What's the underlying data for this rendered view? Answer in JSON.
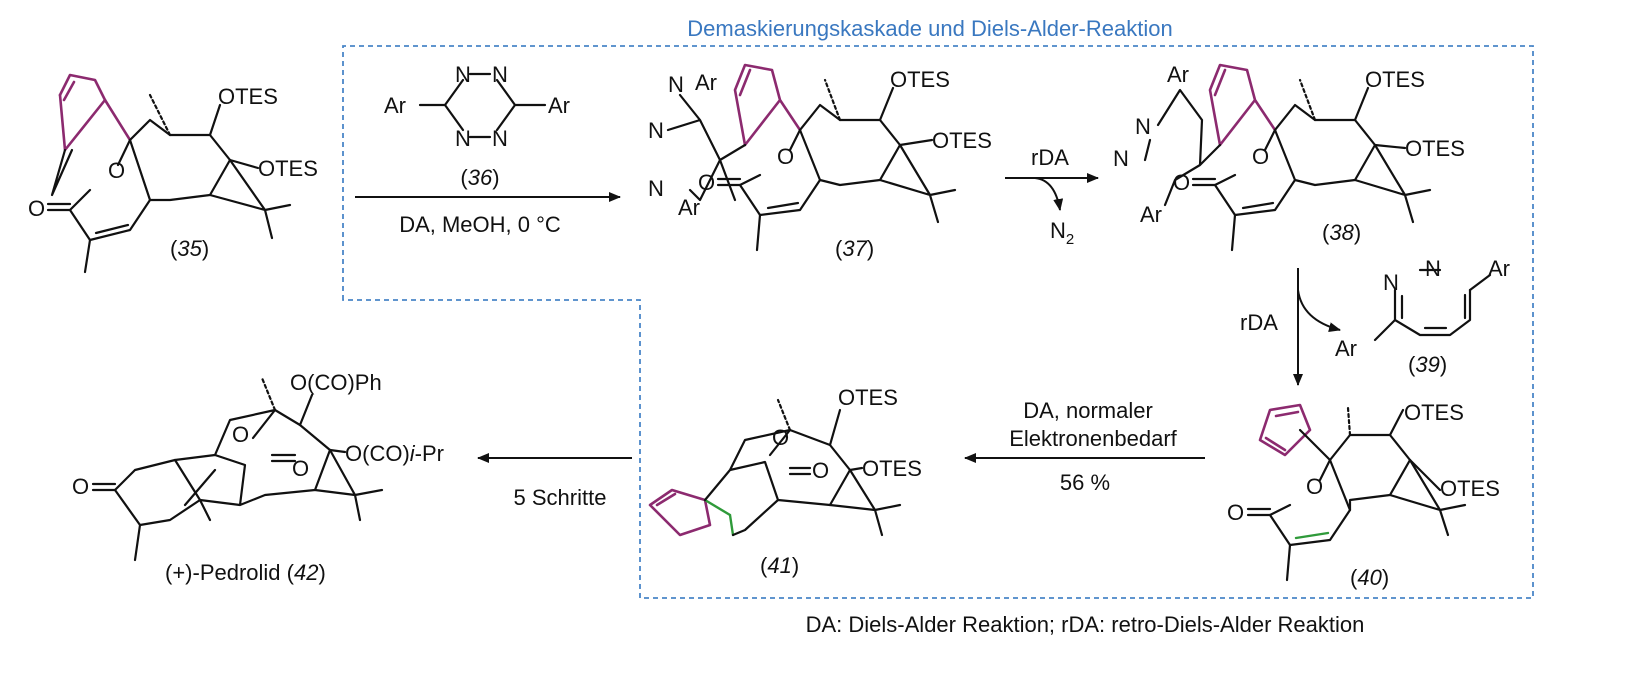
{
  "title": "Demaskierungskaskade und Diels-Alder-Reaktion",
  "footnote": "DA: Diels-Alder Reaktion; rDA: retro-Diels-Alder Reaktion",
  "colors": {
    "box": "#4a86c8",
    "title": "#3a78c0",
    "highlight_diene": "#8c2a6f",
    "highlight_bond": "#2f9a3a"
  },
  "compounds": {
    "c35": {
      "number": "35",
      "labels": {
        "otes1": "OTES",
        "otes2": "OTES",
        "o_ring": "O",
        "o_carbonyl": "O"
      }
    },
    "c36": {
      "number": "36",
      "labels": {
        "n1": "N",
        "n2": "N",
        "n3": "N",
        "n4": "N",
        "ar_left": "Ar",
        "ar_right": "Ar"
      }
    },
    "c37": {
      "number": "37",
      "labels": {
        "otes1": "OTES",
        "otes2": "OTES",
        "o_ring": "O",
        "o_carbonyl": "O",
        "ar_top": "Ar",
        "ar_bottom": "Ar",
        "n1": "N",
        "n2": "N",
        "n3": "N"
      }
    },
    "c38": {
      "number": "38",
      "labels": {
        "otes1": "OTES",
        "otes2": "OTES",
        "o_ring": "O",
        "o_carbonyl": "O",
        "ar_top": "Ar",
        "ar_bottom": "Ar",
        "n1": "N",
        "n2": "N"
      }
    },
    "c39": {
      "number": "39",
      "labels": {
        "n1": "N",
        "n2": "N",
        "ar_right": "Ar",
        "ar_left": "Ar"
      }
    },
    "c40": {
      "number": "40",
      "labels": {
        "otes1": "OTES",
        "otes2": "OTES",
        "o_ring": "O",
        "o_carbonyl": "O"
      }
    },
    "c41": {
      "number": "41",
      "labels": {
        "otes1": "OTES",
        "otes2": "OTES",
        "o1": "O",
        "o2": "O"
      }
    },
    "c42": {
      "name": "(+)-Pedrolid",
      "number": "42",
      "labels": {
        "ester1": "O(CO)Ph",
        "ester2_prefix": "O(CO)",
        "ester2_italic": "i",
        "ester2_suffix": "-Pr",
        "o1": "O",
        "o2": "O",
        "o_ketone": "O"
      }
    }
  },
  "arrows": {
    "a1": {
      "reagent": "(36)",
      "conditions": "DA, MeOH, 0 °C"
    },
    "a2": {
      "label": "rDA",
      "byproduct": "N",
      "byproduct_sub": "2"
    },
    "a3": {
      "label": "rDA"
    },
    "a4": {
      "line1": "DA, normaler",
      "line2": "Elektronenbedarf",
      "yield": "56 %"
    },
    "a5": {
      "label": "5 Schritte"
    }
  }
}
